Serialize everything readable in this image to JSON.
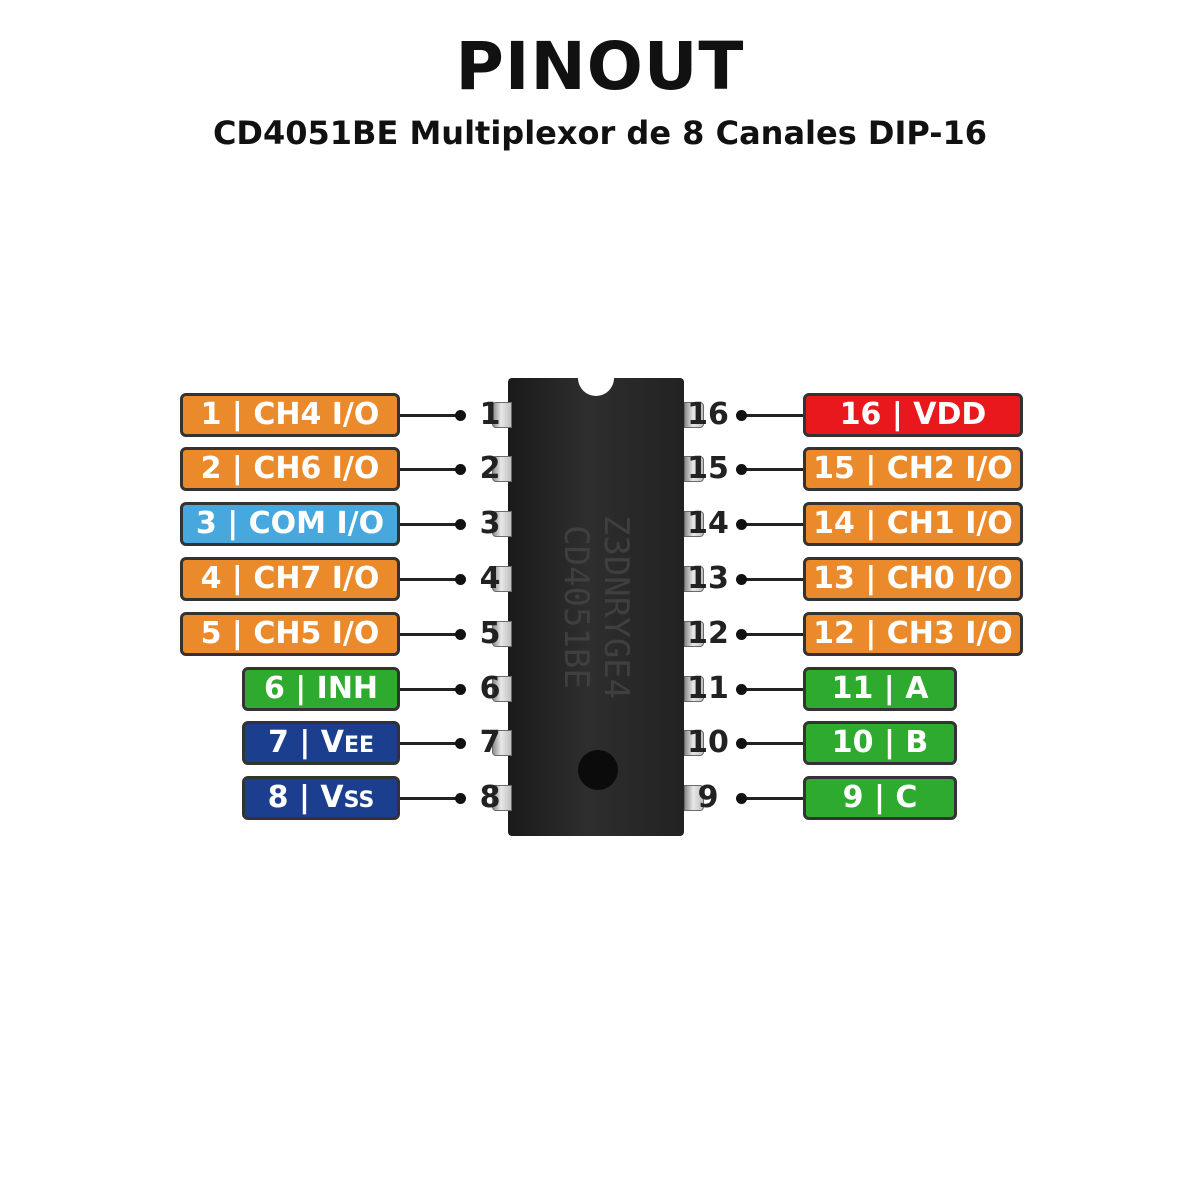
{
  "title": "PINOUT",
  "subtitle": "CD4051BE Multiplexor de 8 Canales DIP-16",
  "chip": {
    "marking_top": "Z3DNRYGE4",
    "marking_bottom": "CD4051BE"
  },
  "colors": {
    "io": "#ea8a2a",
    "com": "#46a8dc",
    "power_vdd": "#e8181c",
    "control": "#2eaa2e",
    "supply": "#1c3e8e"
  },
  "pins_left": [
    {
      "num": "1",
      "label": "1 | CH4 I/O",
      "color": "io"
    },
    {
      "num": "2",
      "label": "2 | CH6 I/O",
      "color": "io"
    },
    {
      "num": "3",
      "label": "3 | COM I/O",
      "color": "com"
    },
    {
      "num": "4",
      "label": "4 | CH7 I/O",
      "color": "io"
    },
    {
      "num": "5",
      "label": "5 | CH5 I/O",
      "color": "io"
    },
    {
      "num": "6",
      "label": "6 | INH",
      "color": "control"
    },
    {
      "num": "7",
      "label_main": "7 | V",
      "label_sub": "EE",
      "color": "supply"
    },
    {
      "num": "8",
      "label_main": "8 | V",
      "label_sub": "SS",
      "color": "supply"
    }
  ],
  "pins_right": [
    {
      "num": "16",
      "label": "16 | VDD",
      "color": "power_vdd"
    },
    {
      "num": "15",
      "label": "15 | CH2 I/O",
      "color": "io"
    },
    {
      "num": "14",
      "label": "14 | CH1 I/O",
      "color": "io"
    },
    {
      "num": "13",
      "label": "13 | CH0 I/O",
      "color": "io"
    },
    {
      "num": "12",
      "label": "12 | CH3 I/O",
      "color": "io"
    },
    {
      "num": "11",
      "label": "11 | A",
      "color": "control"
    },
    {
      "num": "10",
      "label": "10 | B",
      "color": "control"
    },
    {
      "num": "9",
      "label": "9 | C",
      "color": "control"
    }
  ]
}
